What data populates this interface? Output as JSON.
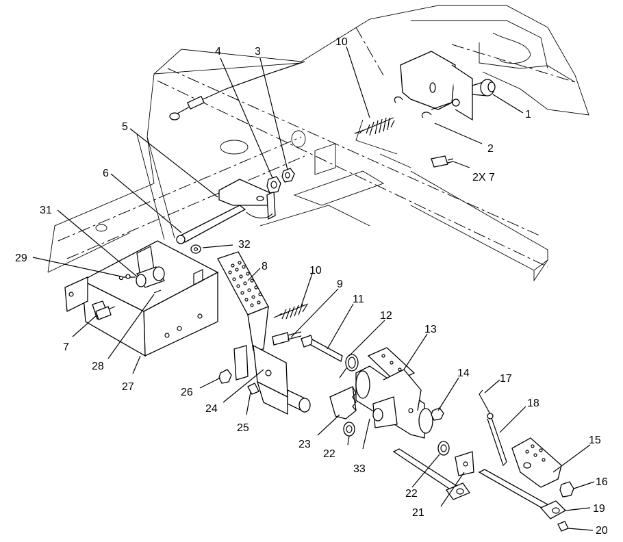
{
  "callouts": [
    {
      "id": "c1",
      "text": "1"
    },
    {
      "id": "c2",
      "text": "2"
    },
    {
      "id": "c2x7",
      "text": "2X 7"
    },
    {
      "id": "c3",
      "text": "3"
    },
    {
      "id": "c4",
      "text": "4"
    },
    {
      "id": "c5",
      "text": "5"
    },
    {
      "id": "c6",
      "text": "6"
    },
    {
      "id": "c7",
      "text": "7"
    },
    {
      "id": "c8",
      "text": "8"
    },
    {
      "id": "c9",
      "text": "9"
    },
    {
      "id": "c10a",
      "text": "10"
    },
    {
      "id": "c10b",
      "text": "10"
    },
    {
      "id": "c11",
      "text": "11"
    },
    {
      "id": "c12",
      "text": "12"
    },
    {
      "id": "c13",
      "text": "13"
    },
    {
      "id": "c14",
      "text": "14"
    },
    {
      "id": "c15",
      "text": "15"
    },
    {
      "id": "c16",
      "text": "16"
    },
    {
      "id": "c17",
      "text": "17"
    },
    {
      "id": "c18",
      "text": "18"
    },
    {
      "id": "c19",
      "text": "19"
    },
    {
      "id": "c20",
      "text": "20"
    },
    {
      "id": "c21",
      "text": "21"
    },
    {
      "id": "c22a",
      "text": "22"
    },
    {
      "id": "c22b",
      "text": "22"
    },
    {
      "id": "c23",
      "text": "23"
    },
    {
      "id": "c24",
      "text": "24"
    },
    {
      "id": "c25",
      "text": "25"
    },
    {
      "id": "c26",
      "text": "26"
    },
    {
      "id": "c27",
      "text": "27"
    },
    {
      "id": "c28",
      "text": "28"
    },
    {
      "id": "c29",
      "text": "29"
    },
    {
      "id": "c31",
      "text": "31"
    },
    {
      "id": "c32",
      "text": "32"
    },
    {
      "id": "c33",
      "text": "33"
    }
  ]
}
